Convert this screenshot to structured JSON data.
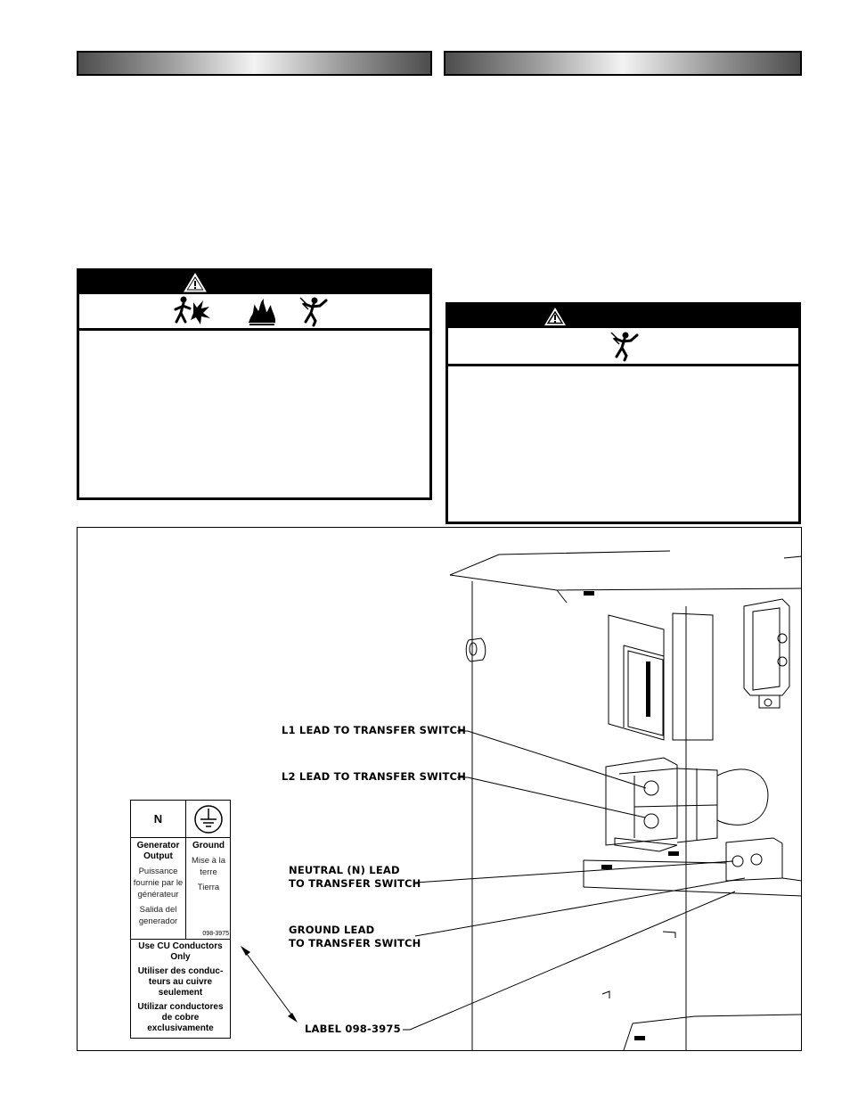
{
  "figure": {
    "callouts": {
      "l1": "L1 LEAD TO TRANSFER SWITCH",
      "l2": "L2 LEAD TO TRANSFER SWITCH",
      "neutral_1": "NEUTRAL (N) LEAD",
      "neutral_2": "TO TRANSFER SWITCH",
      "ground_1": "GROUND LEAD",
      "ground_2": "TO TRANSFER SWITCH",
      "label": "LABEL 098-3975"
    },
    "tag": {
      "n": "N",
      "gen_1": "Generator",
      "gen_2": "Output",
      "ground": "Ground",
      "fr_gen_1": "Puissance",
      "fr_gen_2": "fournie par le",
      "fr_gen_3": "générateur",
      "es_gen_1": "Salida del",
      "es_gen_2": "generador",
      "fr_ground_1": "Mise à la",
      "fr_ground_2": "terre",
      "es_ground": "Tierra",
      "part_no": "098-3975",
      "cu_1": "Use CU Conductors",
      "cu_2": "Only",
      "fr_cu_1": "Utiliser des conduc-",
      "fr_cu_2": "teurs au cuivre",
      "fr_cu_3": "seulement",
      "es_cu_1": "Utilizar conductores",
      "es_cu_2": "de cobre",
      "es_cu_3": "exclusivamente"
    }
  }
}
